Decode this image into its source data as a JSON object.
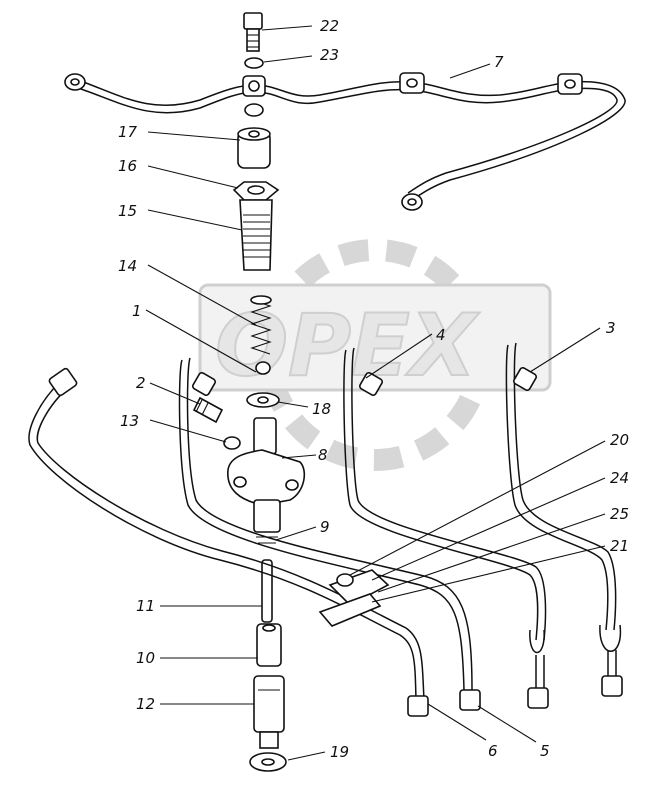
{
  "watermark": "OPEX",
  "callouts": [
    "22",
    "23",
    "7",
    "17",
    "16",
    "15",
    "14",
    "1",
    "4",
    "3",
    "2",
    "18",
    "13",
    "8",
    "20",
    "24",
    "25",
    "21",
    "9",
    "11",
    "10",
    "12",
    "19",
    "6",
    "5"
  ]
}
